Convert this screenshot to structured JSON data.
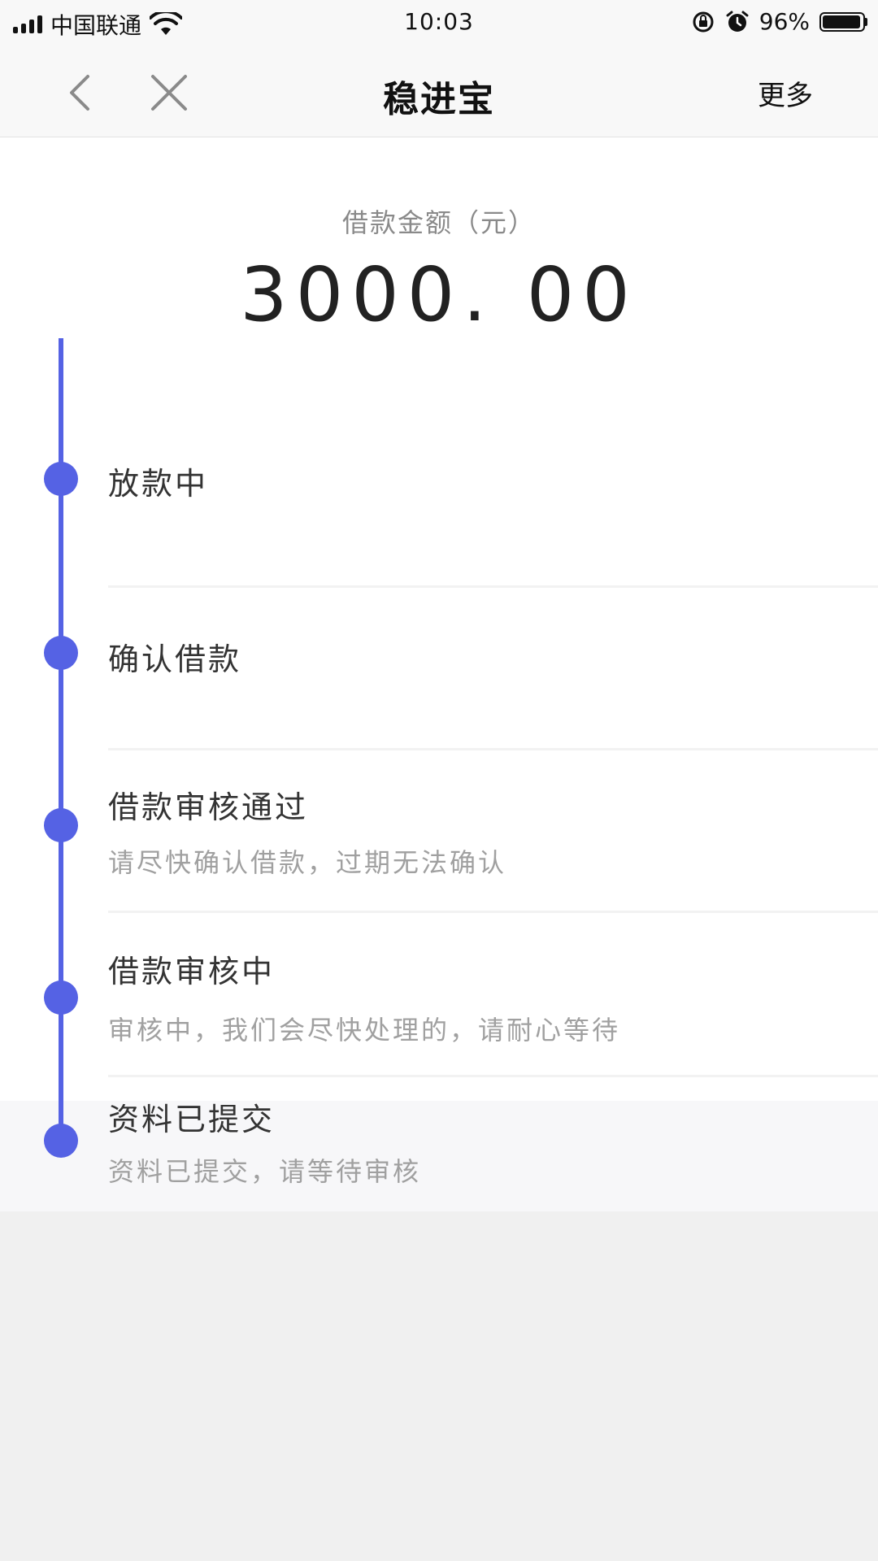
{
  "status_bar": {
    "carrier": "中国联通",
    "time": "10:03",
    "battery_percent": "96%",
    "battery_level": 0.96,
    "icons": [
      "signal-icon",
      "wifi-icon",
      "rotation-lock-icon",
      "alarm-icon",
      "battery-icon"
    ]
  },
  "nav": {
    "back_icon": "chevron-left-icon",
    "close_icon": "close-icon",
    "title": "稳进宝",
    "more_label": "更多"
  },
  "loan": {
    "amount_label": "借款金额（元）",
    "amount_value": "3000. 00"
  },
  "timeline": {
    "accent_color": "#5562e4",
    "steps": [
      {
        "title": "放款中",
        "desc": ""
      },
      {
        "title": "确认借款",
        "desc": ""
      },
      {
        "title": "借款审核通过",
        "desc": "请尽快确认借款，过期无法确认"
      },
      {
        "title": "借款审核中",
        "desc": "审核中，我们会尽快处理的，请耐心等待"
      },
      {
        "title": "资料已提交",
        "desc": "资料已提交，请等待审核"
      }
    ]
  }
}
